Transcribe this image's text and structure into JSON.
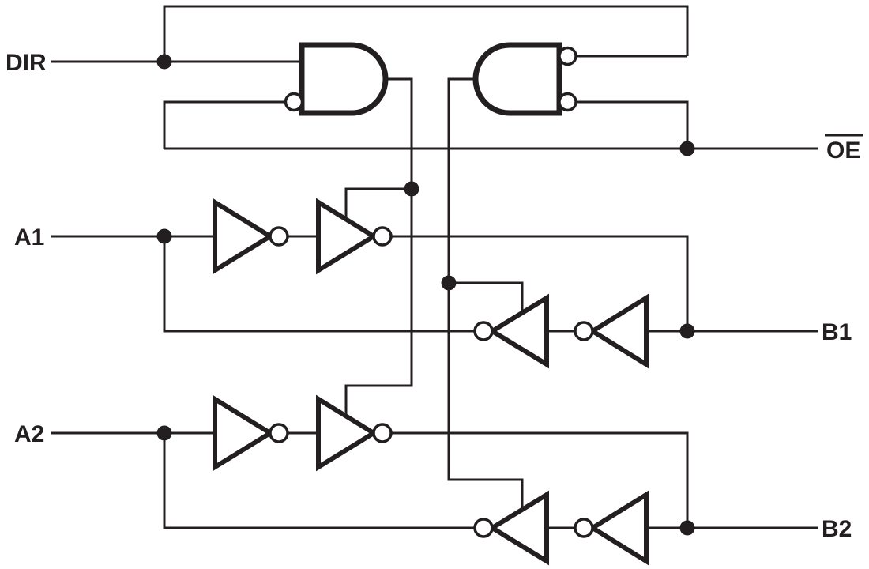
{
  "page": {
    "background": "#ffffff",
    "line_color": "#231f20"
  },
  "diagram": {
    "type": "logic-schematic",
    "kind": "dual-bit bus transceiver direction-control logic",
    "pins": {
      "dir": "DIR",
      "oe": "OE",
      "oe_active_low": true,
      "a1": "A1",
      "a2": "A2",
      "b1": "B1",
      "b2": "B2"
    },
    "gates": [
      {
        "id": "and-a-enable",
        "type": "and-gate",
        "facing": "right",
        "inputs": [
          {
            "from": "DIR",
            "inverted": false
          },
          {
            "from": "OE",
            "inverted": true
          }
        ],
        "output": "enable A-to-B drivers"
      },
      {
        "id": "and-b-enable",
        "type": "and-gate",
        "facing": "left",
        "inputs": [
          {
            "from": "DIR",
            "inverted": true
          },
          {
            "from": "OE",
            "inverted": true
          }
        ],
        "output": "enable B-to-A drivers"
      }
    ],
    "buffers": [
      {
        "id": "a1-stage1",
        "type": "inverting-buffer",
        "facing": "right",
        "path": "A1 to B1"
      },
      {
        "id": "a1-stage2",
        "type": "inverting-buffer-with-enable",
        "facing": "right",
        "path": "A1 to B1"
      },
      {
        "id": "b1-stage1",
        "type": "inverting-buffer",
        "facing": "left",
        "path": "B1 to A1"
      },
      {
        "id": "b1-stage2",
        "type": "inverting-buffer-with-enable",
        "facing": "left",
        "path": "B1 to A1"
      },
      {
        "id": "a2-stage1",
        "type": "inverting-buffer",
        "facing": "right",
        "path": "A2 to B2"
      },
      {
        "id": "a2-stage2",
        "type": "inverting-buffer-with-enable",
        "facing": "right",
        "path": "A2 to B2"
      },
      {
        "id": "b2-stage1",
        "type": "inverting-buffer",
        "facing": "left",
        "path": "B2 to A2"
      },
      {
        "id": "b2-stage2",
        "type": "inverting-buffer-with-enable",
        "facing": "left",
        "path": "B2 to A2"
      }
    ]
  }
}
